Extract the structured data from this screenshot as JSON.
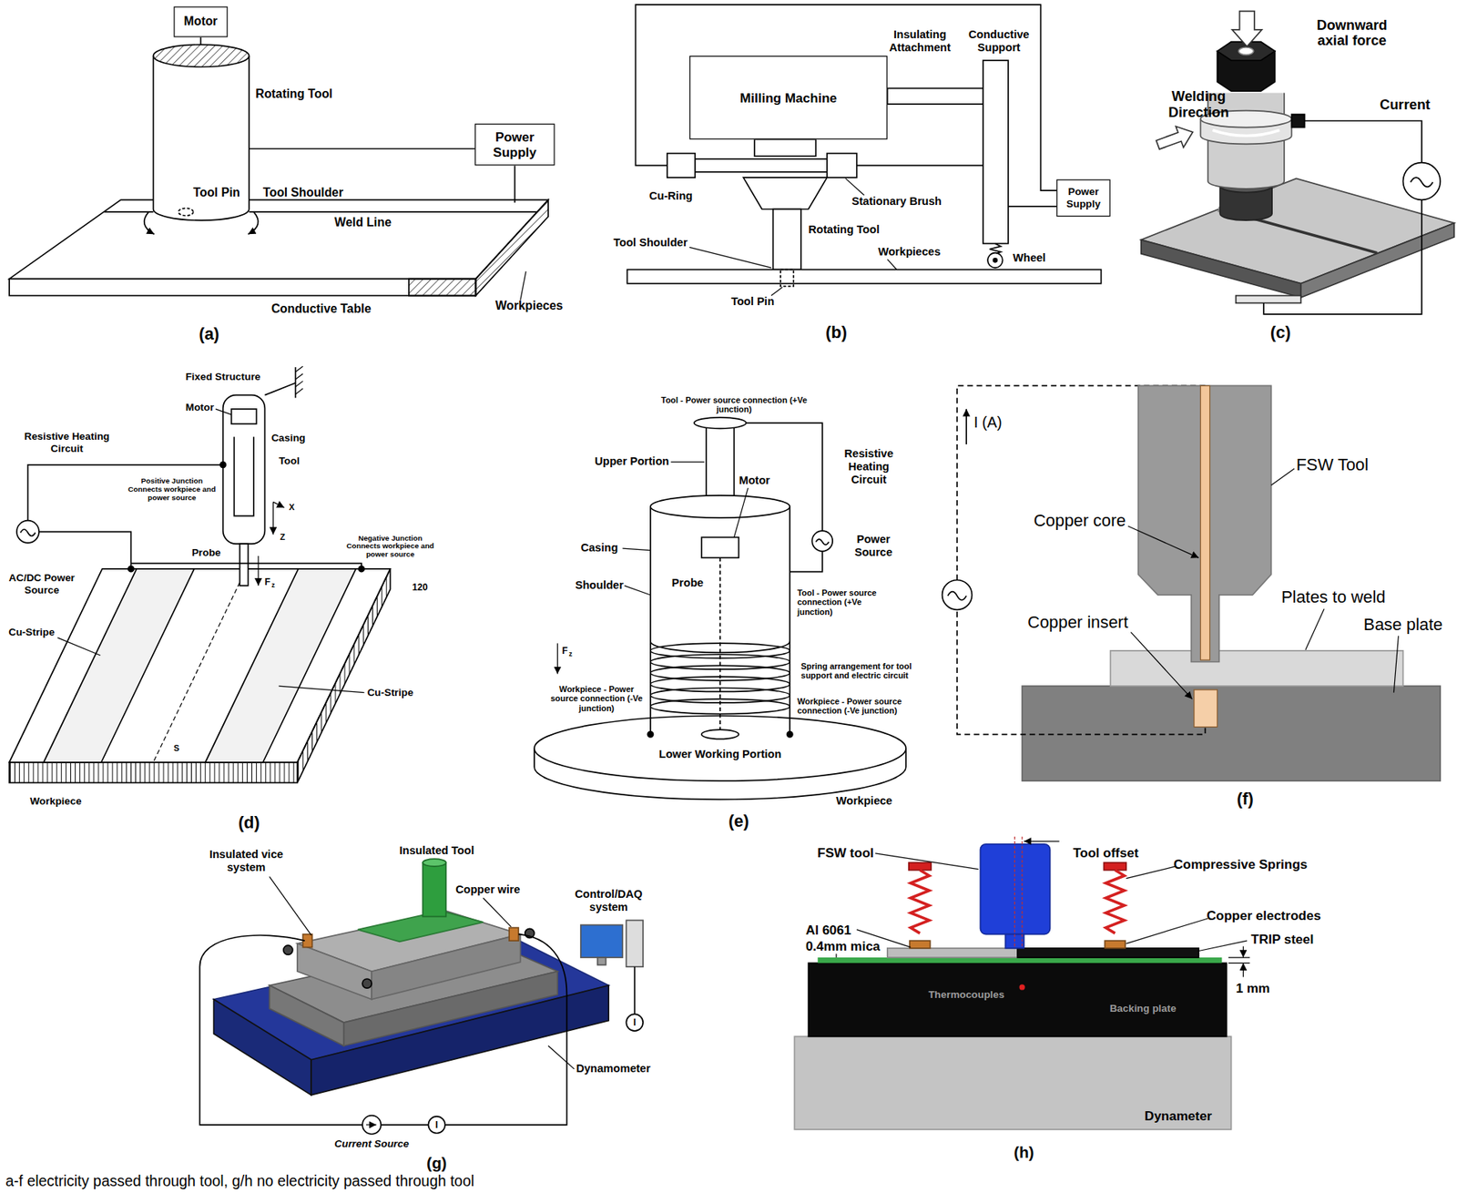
{
  "diagram": {
    "caption": "a-f electricity passed through tool, g/h no electricity passed through tool",
    "nodes": [
      {
        "text": [
          "Motor"
        ]
      },
      {
        "text": [
          "Power Supply"
        ]
      },
      {
        "text": [
          "Milling Machine"
        ]
      },
      {
        "text": [
          "Power Supply"
        ]
      }
    ],
    "labels": [
      "Rotating Tool",
      "Tool Pin",
      "Tool Shoulder",
      "Weld Line",
      "Conductive Table",
      "Workpieces",
      "(a)",
      "Insulating Attachment",
      "Conductive Support",
      "Cu-Ring",
      "Stationary Brush",
      "Tool Shoulder",
      "Rotating Tool",
      "Workpieces",
      "Wheel",
      "Tool Pin",
      "(b)",
      "Downward axial force",
      "Welding Direction",
      "Current",
      "(c)",
      "Fixed Structure",
      "Motor",
      "Resistive Heating Circuit",
      "Casing",
      "Tool",
      "Positive Junction Connects workpiece and power source",
      "Probe",
      "X",
      "Z",
      "F",
      "z",
      "AC/DC Power Source",
      "Negative Junction Connects workpiece and power source",
      "120",
      "Cu-Stripe",
      "Cu-Stripe",
      "S",
      "Workpiece",
      "(d)",
      "Tool - Power source connection (+Ve junction)",
      "Upper Portion",
      "Motor",
      "Resistive Heating Circuit",
      "Casing",
      "Power Source",
      "Shoulder",
      "Probe",
      "Tool - Power source connection (+Ve junction)",
      "Spring arrangement for tool support and electric circuit",
      "Workpiece - Power source connection (-Ve junction)",
      "Workpiece - Power source connection (-Ve junction)",
      "F",
      "z",
      "Lower Working Portion",
      "Workpiece",
      "(e)",
      "I (A)",
      "FSW Tool",
      "Copper core",
      "Plates to weld",
      "Copper insert",
      "Base plate",
      "(f)",
      "Insulated vice system",
      "Insulated Tool",
      "Copper wire",
      "Control/DAQ system",
      "Dynamometer",
      "I",
      "Current Source",
      "I",
      "(g)",
      "FSW tool",
      "Tool offset",
      "Compressive Springs",
      "Copper electrodes",
      "Al 6061",
      "0.4mm mica",
      "TRIP steel",
      "1 mm",
      "Thermocouples",
      "Backing plate",
      "Dynameter",
      "(h)"
    ]
  }
}
